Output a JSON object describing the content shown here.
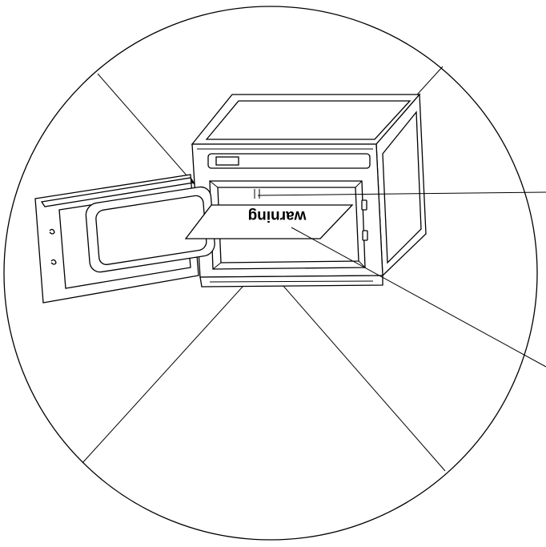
{
  "diagram": {
    "label_text": "warning",
    "label_orientation": "upside-down",
    "subject": "microwave-oven-open-door",
    "colors": {
      "line": "#000000",
      "background": "#ffffff"
    }
  }
}
